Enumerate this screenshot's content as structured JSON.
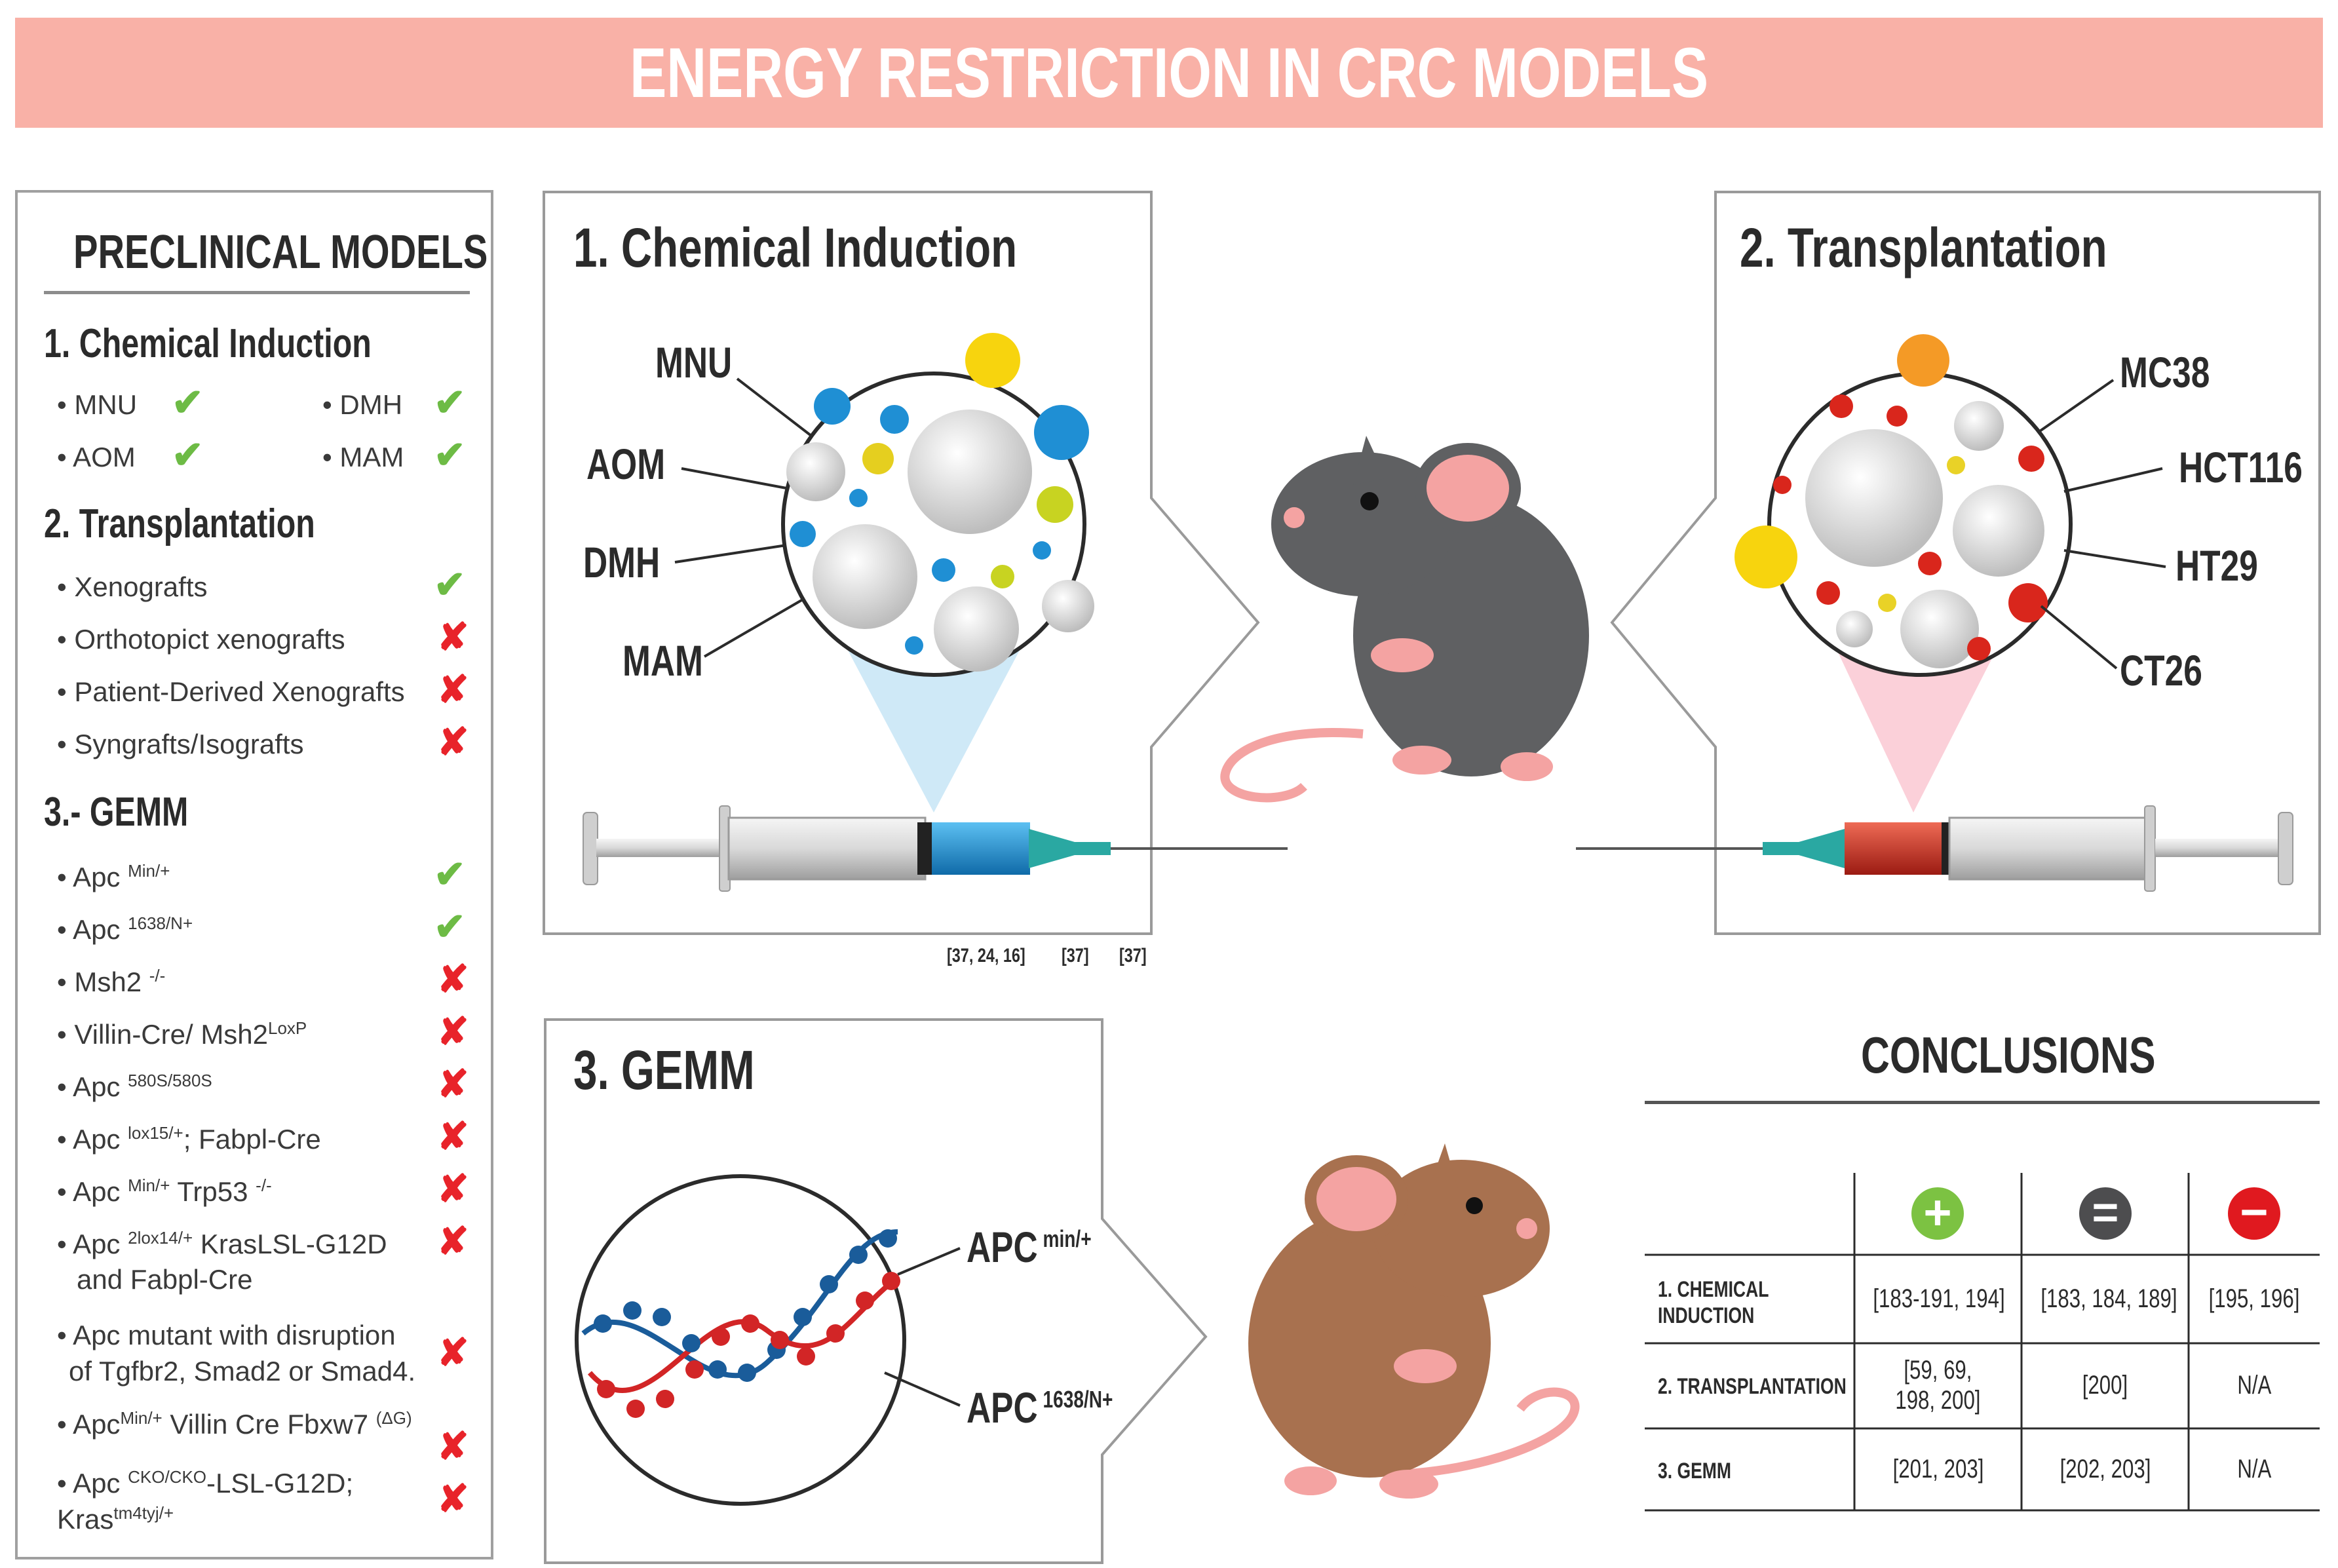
{
  "banner": {
    "title": "ENERGY RESTRICTION IN CRC MODELS"
  },
  "left_panel": {
    "title": "PRECLINICAL MODELS",
    "sections": [
      {
        "heading": "1. Chemical Induction",
        "items": [
          {
            "label": "MNU",
            "status": "yes"
          },
          {
            "label": "DMH",
            "status": "yes"
          },
          {
            "label": "AOM",
            "status": "yes"
          },
          {
            "label": "MAM",
            "status": "yes"
          }
        ]
      },
      {
        "heading": "2. Transplantation",
        "items": [
          {
            "label": "Xenografts",
            "status": "yes"
          },
          {
            "label": "Orthotopict xenografts",
            "status": "no"
          },
          {
            "label": "Patient-Derived Xenografts",
            "status": "no"
          },
          {
            "label": "Syngrafts/Isografts",
            "status": "no"
          }
        ]
      },
      {
        "heading": "3.- GEMM",
        "items": [
          {
            "label": "Apc",
            "sup": "Min/+",
            "rest": "",
            "status": "yes"
          },
          {
            "label": "Apc",
            "sup": "1638/N+",
            "rest": "",
            "status": "yes"
          },
          {
            "label": "Msh2",
            "sup": "-/-",
            "rest": "",
            "status": "no"
          },
          {
            "label": "Villin-Cre/ Msh2",
            "sup": "LoxP",
            "rest": "",
            "status": "no"
          },
          {
            "label": "Apc",
            "sup": "580S/580S",
            "rest": "",
            "status": "no"
          },
          {
            "label": "Apc",
            "sup": "lox15/+",
            "rest": "; Fabpl-Cre",
            "status": "no"
          },
          {
            "label": "Apc",
            "sup": "Min/+",
            "rest": " Trp53",
            "sup2": "-/-",
            "status": "no"
          },
          {
            "label": "Apc",
            "sup": "2lox14/+",
            "rest": " KrasLSL-G12D",
            "line2": "and Fabpl-Cre",
            "status": "no"
          },
          {
            "label": "Apc mutant with disruption",
            "line2": "of Tgfbr2, Smad2 or Smad4.",
            "status": "no"
          },
          {
            "label": "Apc",
            "sup": "Min/+",
            "rest": " Villin Cre Fbxw7",
            "sup2": "(ΔG)",
            "status": "no"
          },
          {
            "label": "Apc",
            "sup": "CKO/CKO",
            "rest": "-LSL-G12D;",
            "line2": "Kras",
            "line2sup": "tm4tyj/+",
            "status": "no"
          }
        ]
      }
    ]
  },
  "chemical_panel": {
    "title": "1. Chemical Induction",
    "labels": [
      "MNU",
      "AOM",
      "DMH",
      "MAM"
    ],
    "citations": [
      "[37, 24, 16]",
      "[37]",
      "[37]"
    ]
  },
  "transplant_panel": {
    "title": "2. Transplantation",
    "labels": [
      "MC38",
      "HCT116",
      "HT29",
      "CT26"
    ]
  },
  "gemm_panel": {
    "title": "3. GEMM",
    "labels": [
      {
        "text": "APC",
        "sup": "min/+"
      },
      {
        "text": "APC",
        "sup": "1638/N+"
      }
    ]
  },
  "conclusions": {
    "title": "CONCLUSIONS",
    "columns": [
      "+",
      "=",
      "−"
    ],
    "column_colors": [
      "#7cc242",
      "#4d4d4f",
      "#e0191f"
    ],
    "rows": [
      {
        "label": [
          "1. CHEMICAL",
          "INDUCTION"
        ],
        "cells": [
          "[183-191, 194]",
          "[183, 184, 189]",
          "[195, 196]"
        ]
      },
      {
        "label": [
          "2. TRANSPLANTATION"
        ],
        "cells": [
          "[59, 69,\n198, 200]",
          "[200]",
          "N/A"
        ]
      },
      {
        "label": [
          "3. GEMM"
        ],
        "cells": [
          "[201, 203]",
          "[202, 203]",
          "N/A"
        ]
      }
    ]
  },
  "colors": {
    "banner": "#f9b1a7",
    "check": "#6dbb45",
    "cross": "#e8232a",
    "gray_mouse": "#5f6062",
    "brown_mouse": "#a8714f",
    "pink": "#f4a3a2",
    "blue_liquid": "#1c8fd1",
    "red_liquid": "#cf2a1f"
  }
}
